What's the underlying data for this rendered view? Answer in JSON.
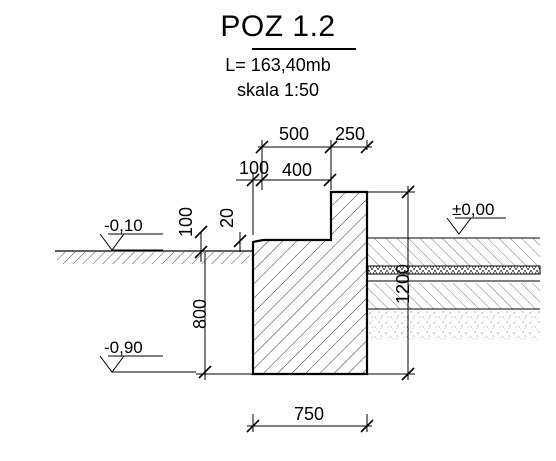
{
  "header": {
    "title": "POZ 1.2",
    "length": "L= 163,40mb",
    "scale": "skala 1:50"
  },
  "dimensions": {
    "top_width_a": "500",
    "top_width_b": "250",
    "offset_a": "100",
    "offset_b": "400",
    "base_width": "750",
    "height_left": "800",
    "height_small_a": "100",
    "height_small_b": "20",
    "height_total": "1200"
  },
  "levels": {
    "ground_left": "-0,10",
    "foundation": "-0,90",
    "floor": "±0,00"
  },
  "colors": {
    "ink": "#000000",
    "background": "#ffffff"
  }
}
